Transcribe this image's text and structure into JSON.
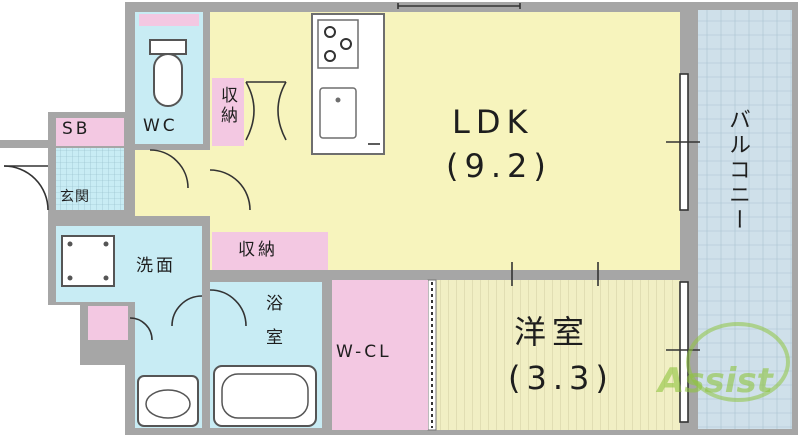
{
  "rooms": {
    "ldk": {
      "name": "LDK",
      "size": "(9.2)"
    },
    "western": {
      "name": "洋室",
      "size": "(3.3)"
    },
    "balcony": "バルコニー",
    "wcl": "W-CL",
    "wc": "WC",
    "sb": "SB",
    "entrance": "玄関",
    "washroom": "洗面",
    "bath_top": "浴",
    "bath_bottom": "室",
    "storage_upper": "収納",
    "storage_lower": "収納"
  },
  "watermark": "Assist",
  "colors": {
    "ldk": "#f7f4bd",
    "western": "#f1efc4",
    "balcony": "#cfe0ea",
    "wet": "#c8ecf4",
    "storage": "#f3c8e2",
    "wall": "#a6a6a6",
    "watermark": "#8fc43f"
  }
}
